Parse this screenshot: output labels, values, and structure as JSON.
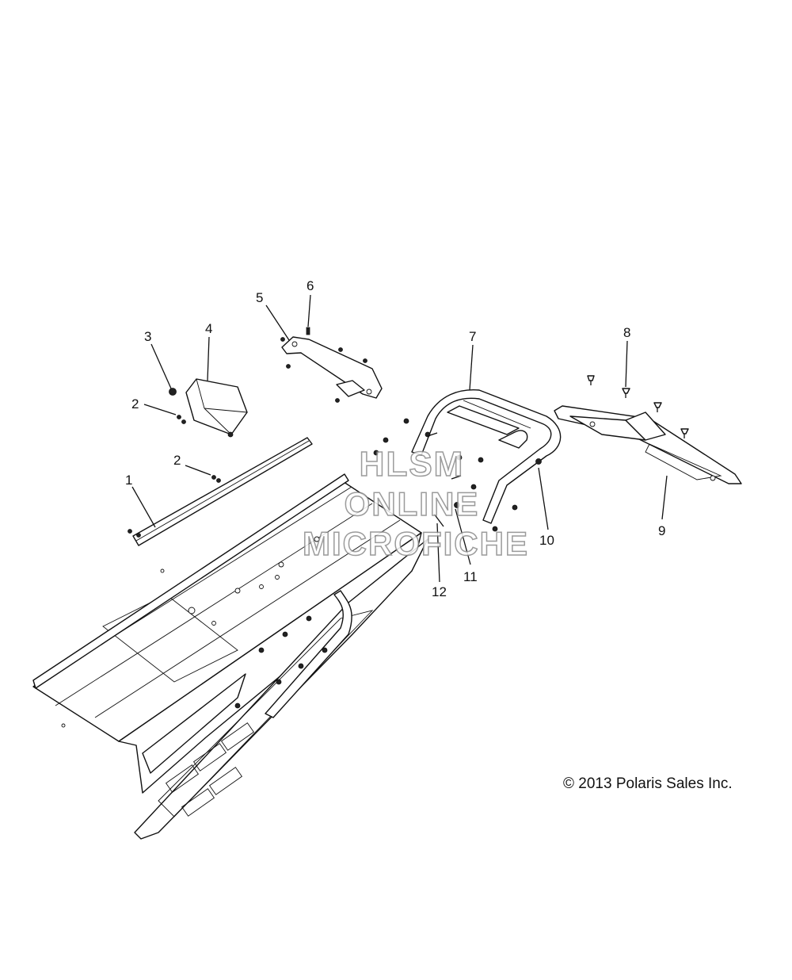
{
  "callouts": [
    {
      "label": "1"
    },
    {
      "label": "2"
    },
    {
      "label": "2"
    },
    {
      "label": "3"
    },
    {
      "label": "4"
    },
    {
      "label": "5"
    },
    {
      "label": "6"
    },
    {
      "label": "7"
    },
    {
      "label": "8"
    },
    {
      "label": "9"
    },
    {
      "label": "10"
    },
    {
      "label": "11"
    },
    {
      "label": "12"
    }
  ],
  "watermark": {
    "line1": "HLSM",
    "line2": "ONLINE",
    "line3": "MICROFICHE"
  },
  "copyright": "© 2013 Polaris Sales Inc."
}
